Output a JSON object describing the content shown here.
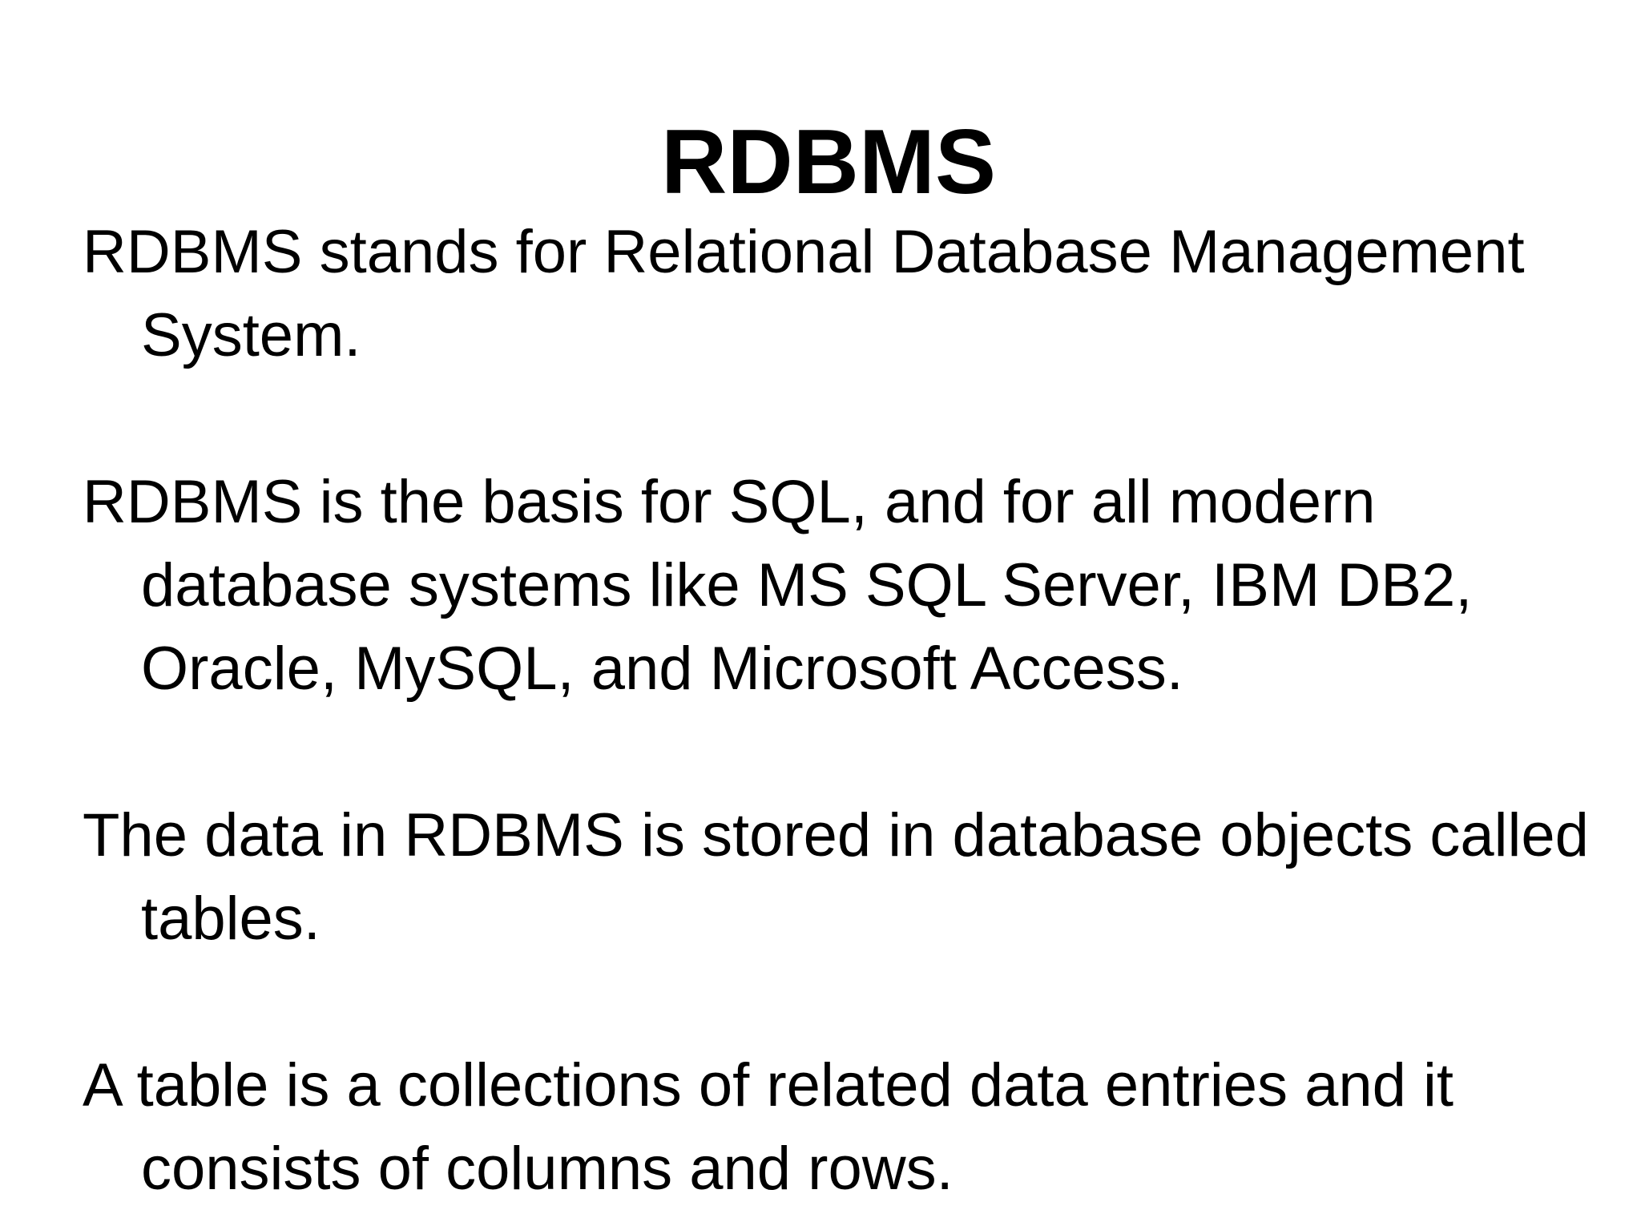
{
  "slide": {
    "title": "RDBMS",
    "paragraphs": [
      "RDBMS stands for Relational Database Management System.",
      "RDBMS is the basis for SQL, and for all modern database systems like MS SQL Server, IBM DB2, Oracle, MySQL, and Microsoft Access.",
      "The data in RDBMS is stored in database objects called tables.",
      "A table is a collections of related data entries and it consists of columns and rows."
    ]
  }
}
